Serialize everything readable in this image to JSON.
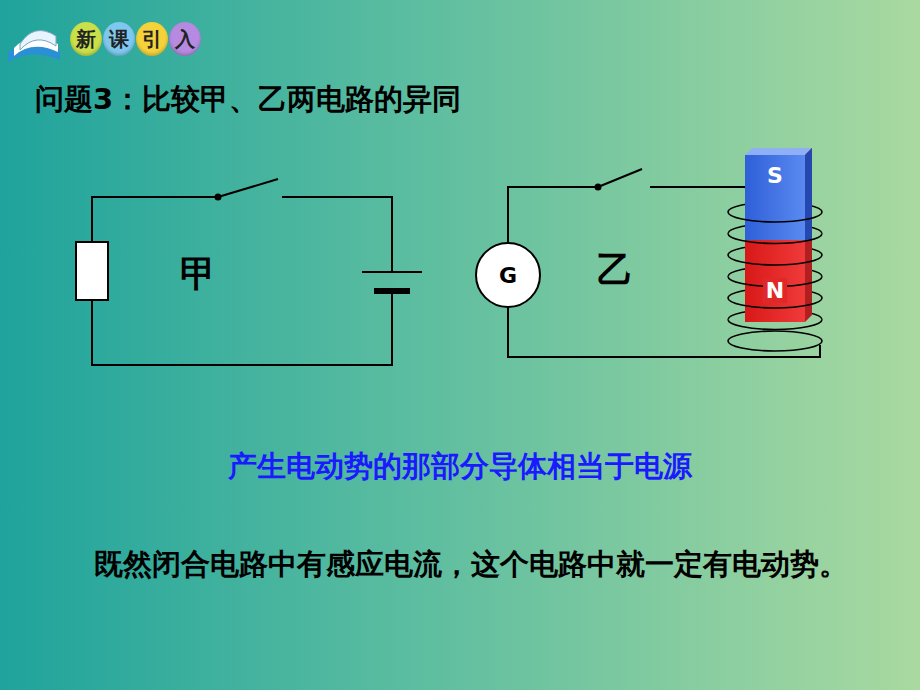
{
  "diagram": {
    "title": "问题3：比较甲、乙两电路的异同",
    "nodes": [
      {
        "text": [
          "新"
        ]
      },
      {
        "text": [
          "课"
        ]
      },
      {
        "text": [
          "引"
        ]
      },
      {
        "text": [
          "入"
        ]
      },
      {
        "text": [
          "S"
        ]
      },
      {
        "text": [
          "N"
        ]
      },
      {
        "text": [
          "G"
        ]
      }
    ],
    "labels": [
      "甲",
      "乙",
      "产生电动势的那部分导体相当于电源",
      "既然闭合电路中有感应电流，这个电路中就一定有电动势。"
    ]
  }
}
